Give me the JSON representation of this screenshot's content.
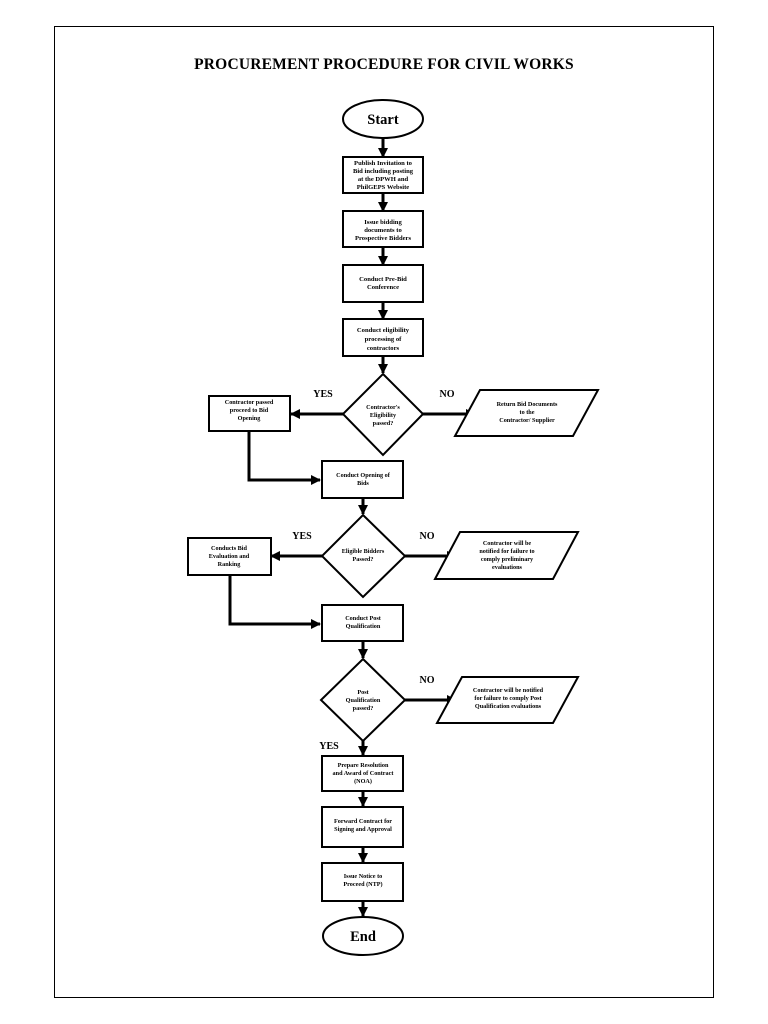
{
  "title": "PROCUREMENT PROCEDURE FOR CIVIL WORKS",
  "start": "Start",
  "end": "End",
  "steps": {
    "publish": [
      "Publish Invitation to",
      "Bid including posting",
      "at the DPWH and",
      "PhilGEPS Website"
    ],
    "issue_docs": [
      "Issue bidding",
      "documents to",
      "Prospective Bidders"
    ],
    "prebid": [
      "Conduct Pre-Bid",
      "Conference"
    ],
    "eligibility": [
      "Conduct eligibility",
      "processing of",
      "contractors"
    ],
    "passed_proceed": [
      "Contractor passed",
      "proceed to Bid",
      "Opening"
    ],
    "return_docs": [
      "Return Bid Documents",
      "to the",
      "Contractor/ Supplier"
    ],
    "opening": [
      "Conduct Opening of",
      "Bids"
    ],
    "eval_rank": [
      "Conducts Bid",
      "Evaluation and",
      "Ranking"
    ],
    "notify_prelim": [
      "Contractor will be",
      "notified for failure to",
      "comply preliminary",
      "evaluations"
    ],
    "post_qual": [
      "Conduct Post",
      "Qualification"
    ],
    "notify_postqual": [
      "Contractor will be notified",
      "for failure to comply Post",
      "Qualification evaluations"
    ],
    "noa": [
      "Prepare Resolution",
      "and Award of Contract",
      "(NOA)"
    ],
    "forward": [
      "Forward Contract for",
      "Signing and Approval"
    ],
    "ntp": [
      "Issue Notice to",
      "Proceed (NTP)"
    ]
  },
  "decisions": {
    "eligibility_passed": [
      "Contractor's",
      "Eligibility",
      "passed?"
    ],
    "eligible_bidders": [
      "Eligible Bidders",
      "Passed?"
    ],
    "postqual_passed": [
      "Post",
      "Qualification",
      "passed?"
    ]
  },
  "labels": {
    "yes": "YES",
    "no": "NO"
  }
}
